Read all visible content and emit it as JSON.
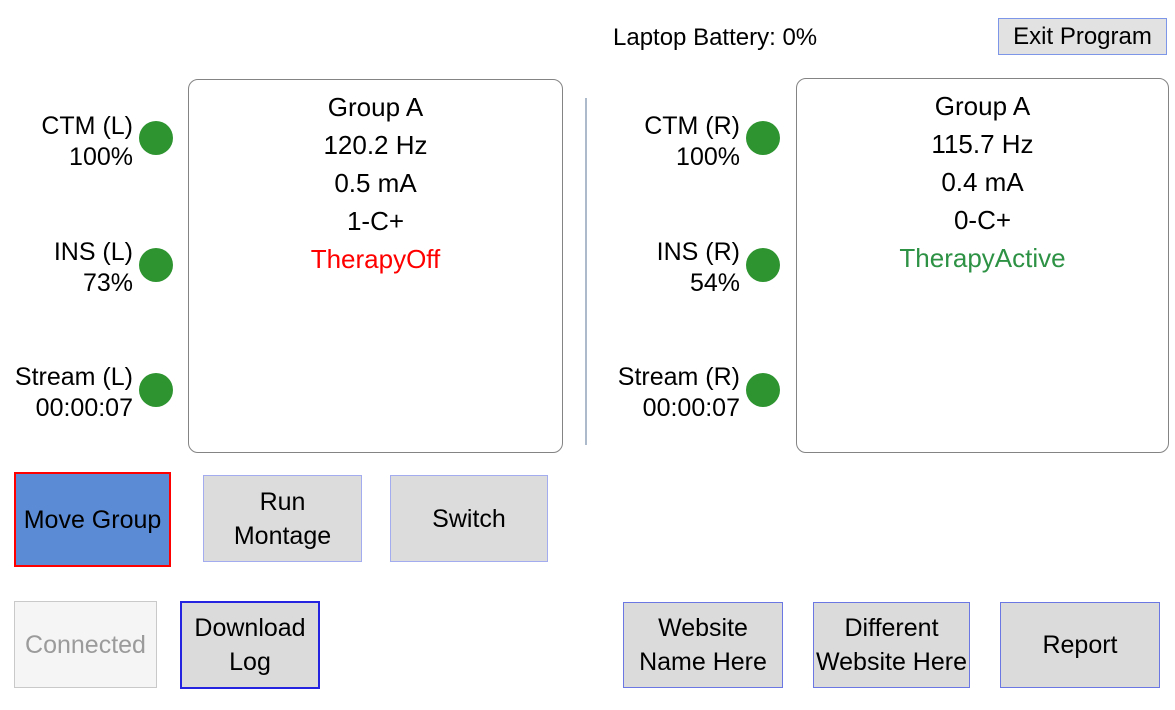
{
  "header": {
    "battery_label": "Laptop Battery: 0%",
    "exit_button": "Exit Program"
  },
  "left_panel": {
    "indicators": [
      {
        "name": "CTM (L)",
        "value": "100%",
        "status_color": "green"
      },
      {
        "name": "INS (L)",
        "value": "73%",
        "status_color": "green"
      },
      {
        "name": "Stream (L)",
        "value": "00:00:07",
        "status_color": "green"
      }
    ],
    "group": {
      "name": "Group A",
      "frequency": "120.2 Hz",
      "amplitude": "0.5 mA",
      "electrode": "1-C+",
      "therapy_status": "TherapyOff",
      "therapy_state": "off"
    }
  },
  "right_panel": {
    "indicators": [
      {
        "name": "CTM (R)",
        "value": "100%",
        "status_color": "green"
      },
      {
        "name": "INS (R)",
        "value": "54%",
        "status_color": "green"
      },
      {
        "name": "Stream (R)",
        "value": "00:00:07",
        "status_color": "green"
      }
    ],
    "group": {
      "name": "Group A",
      "frequency": "115.7 Hz",
      "amplitude": "0.4 mA",
      "electrode": "0-C+",
      "therapy_status": "TherapyActive",
      "therapy_state": "active"
    }
  },
  "controls": {
    "move_group": {
      "label": "Move Group"
    },
    "run_montage": {
      "line1": "Run",
      "line2": "Montage"
    },
    "switch": {
      "label": "Switch"
    },
    "connected": {
      "label": "Connected"
    },
    "download_log": {
      "line1": "Download",
      "line2": "Log"
    },
    "website_name": {
      "line1": "Website",
      "line2": "Name Here"
    },
    "different_website": {
      "line1": "Different",
      "line2": "Website Here"
    },
    "report": {
      "label": "Report"
    }
  },
  "colors": {
    "indicator_green": "#2D9430",
    "therapy_off_red": "#FF0000",
    "therapy_active_green": "#2E9245",
    "selected_button_blue": "#5B8BD5",
    "selected_button_border_red": "#FF0000",
    "focused_button_border_blue": "#2424E0",
    "button_gray": "#DCDCDC",
    "groupbox_border_gray": "#848484"
  }
}
